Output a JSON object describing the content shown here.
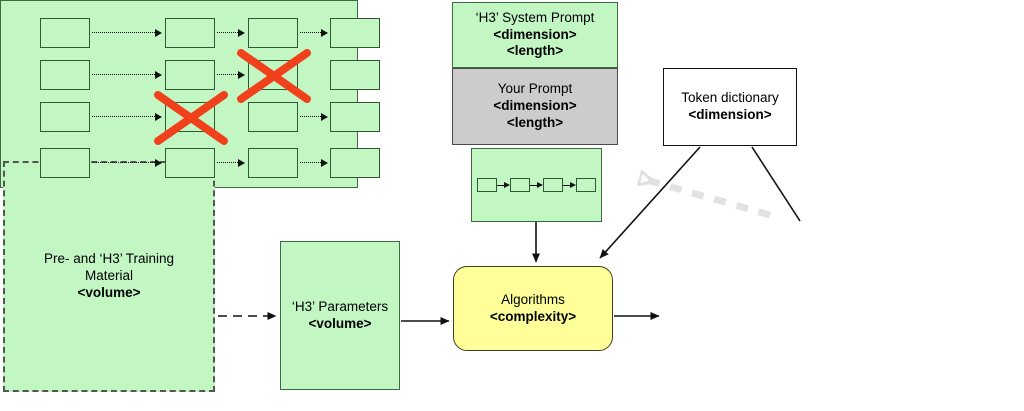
{
  "diagram": {
    "title": "LLM pipeline diagram",
    "colors": {
      "green_fill": "#c2f7c4",
      "gray_fill": "#cccccc",
      "yellow_fill": "#ffff99",
      "white_fill": "#ffffff",
      "green_stroke": "#3f6b41",
      "red_cross": "#f0411c",
      "faint_gray": "#e2e2e2"
    },
    "nodes": {
      "training_material": {
        "line1": "Pre- and ‘H3’ Training",
        "line2": "Material",
        "line3": "<volume>"
      },
      "parameters": {
        "line1": "‘H3’ Parameters",
        "line2": "<volume>"
      },
      "algorithms": {
        "line1": "Algorithms",
        "line2": "<complexity>"
      },
      "system_prompt": {
        "line1": "‘H3’ System Prompt",
        "line2": "<dimension>",
        "line3": "<length>"
      },
      "your_prompt": {
        "line1": "Your Prompt",
        "line2": "<dimension>",
        "line3": "<length>"
      },
      "token_chain": {
        "token_count": 4,
        "arrow_count": 3
      },
      "token_dictionary": {
        "line1": "Token dictionary",
        "line2": "<dimension>"
      },
      "output_grid": {
        "rows": 4,
        "cols": 4,
        "crossed_cells": [
          {
            "row": 2,
            "col": 3
          },
          {
            "row": 3,
            "col": 2
          }
        ]
      }
    },
    "edges": [
      {
        "name": "training-to-parameters",
        "style": "dashed",
        "from": "training_material",
        "to": "parameters"
      },
      {
        "name": "parameters-to-algorithms",
        "style": "solid",
        "from": "parameters",
        "to": "algorithms"
      },
      {
        "name": "prompt-to-algorithms",
        "style": "solid",
        "from": "token_chain",
        "to": "algorithms"
      },
      {
        "name": "dictionary-to-algorithms",
        "style": "solid",
        "from": "token_dictionary",
        "to": "algorithms"
      },
      {
        "name": "dictionary-to-output",
        "style": "solid",
        "from": "token_dictionary",
        "to": "output_grid"
      },
      {
        "name": "algorithms-to-output",
        "style": "solid",
        "from": "algorithms",
        "to": "output_grid"
      },
      {
        "name": "output-to-prompt-feedback",
        "style": "dashed-faint",
        "from": "output_grid",
        "to": "token_chain"
      }
    ]
  }
}
